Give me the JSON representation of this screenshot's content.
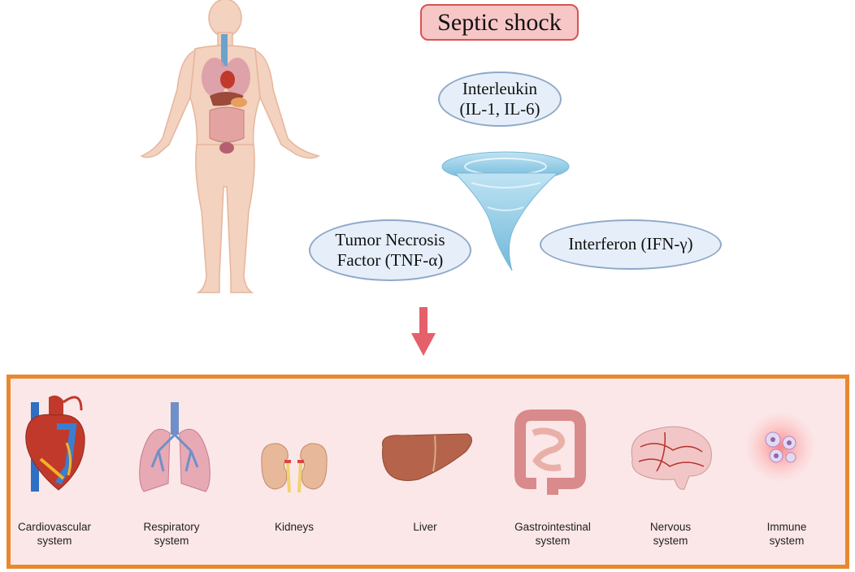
{
  "title": "Septic shock",
  "cytokines": {
    "interleukin": {
      "line1": "Interleukin",
      "line2": "(IL-1, IL-6)"
    },
    "tnf": {
      "line1": "Tumor Necrosis",
      "line2": "Factor (TNF-α)"
    },
    "interferon": {
      "line1": "Interferon (IFN-γ)"
    }
  },
  "organs": [
    {
      "id": "cardiovascular",
      "line1": "Cardiovascular",
      "line2": "system",
      "icon": "heart-icon"
    },
    {
      "id": "respiratory",
      "line1": "Respiratory",
      "line2": "system",
      "icon": "lungs-icon"
    },
    {
      "id": "kidneys",
      "line1": "Kidneys",
      "line2": "",
      "icon": "kidneys-icon"
    },
    {
      "id": "liver",
      "line1": "Liver",
      "line2": "",
      "icon": "liver-icon"
    },
    {
      "id": "gastrointestinal",
      "line1": "Gastrointestinal",
      "line2": "system",
      "icon": "intestine-icon"
    },
    {
      "id": "nervous",
      "line1": "Nervous",
      "line2": "system",
      "icon": "brain-icon"
    },
    {
      "id": "immune",
      "line1": "Immune",
      "line2": "system",
      "icon": "immune-cells-icon"
    }
  ],
  "colors": {
    "title_fill": "#f7c6c7",
    "title_border": "#d9534f",
    "ellipse_fill": "#e6eff9",
    "ellipse_border": "#8fa9c9",
    "panel_fill": "#fbe7e8",
    "panel_border": "#e8892c",
    "arrow": "#e4606a"
  }
}
